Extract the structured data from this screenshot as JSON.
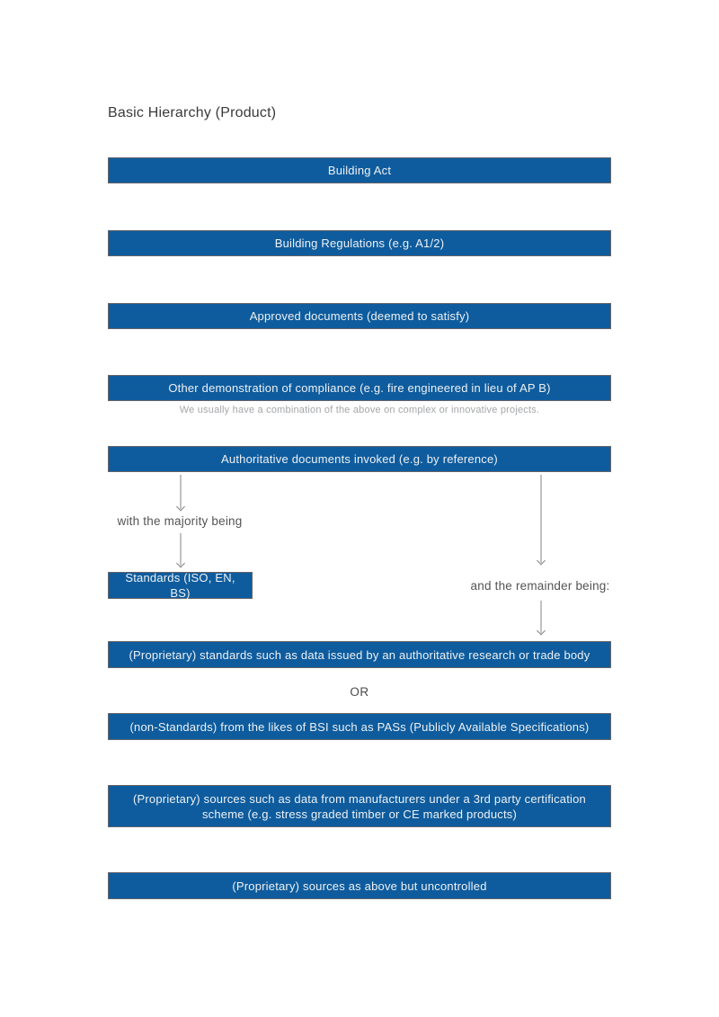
{
  "page": {
    "title": "Basic Hierarchy (Product)"
  },
  "diagram": {
    "boxes": [
      {
        "id": "building-act",
        "label": "Building Act"
      },
      {
        "id": "building-regulations",
        "label": "Building Regulations (e.g. A1/2)"
      },
      {
        "id": "approved-documents",
        "label": "Approved documents (deemed to satisfy)"
      },
      {
        "id": "other-demonstration",
        "label": "Other demonstration of compliance (e.g. fire engineered in lieu of AP B)"
      },
      {
        "id": "authoritative-documents",
        "label": "Authoritative documents invoked (e.g. by reference)"
      },
      {
        "id": "standards",
        "label": "Standards (ISO, EN, BS)"
      },
      {
        "id": "proprietary-standards",
        "label": "(Proprietary) standards such as data issued by an authoritative research or trade body"
      },
      {
        "id": "non-standards",
        "label": "(non-Standards) from the likes of BSI such as PASs (Publicly Available Specifications)"
      },
      {
        "id": "proprietary-sources-certified",
        "label": "(Proprietary) sources such as data from manufacturers under a 3rd party certification scheme (e.g. stress graded timber or CE marked products)"
      },
      {
        "id": "proprietary-sources-uncontrolled",
        "label": "(Proprietary) sources as above but uncontrolled"
      }
    ],
    "annotations": {
      "combination_note": "We usually have a combination of the above on complex or innovative projects.",
      "majority_label": "with the majority being",
      "remainder_label": "and the remainder being:",
      "or_label": "OR"
    },
    "colors": {
      "box_fill": "#0e5c9e",
      "box_border": "#63646a",
      "box_text": "#eef1f3",
      "note_text": "#a4a6a9",
      "label_text": "#545456",
      "arrow": "#828487",
      "title_text": "#3a3a3c",
      "background": "#ffffff"
    }
  }
}
